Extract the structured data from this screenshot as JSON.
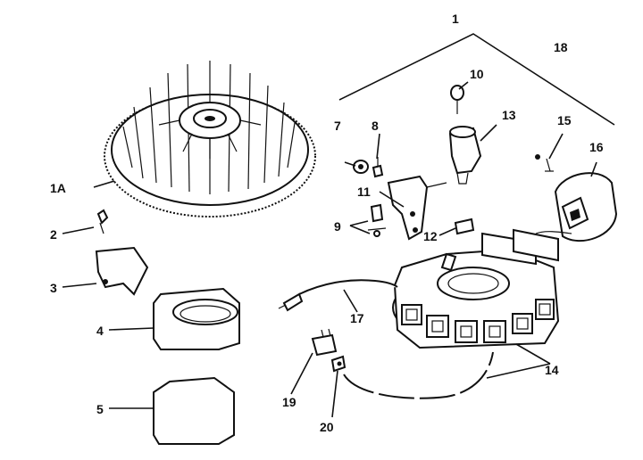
{
  "labels": {
    "l1": "1",
    "l1a": "1A",
    "l2": "2",
    "l3": "3",
    "l4": "4",
    "l5": "5",
    "l7": "7",
    "l8": "8",
    "l9": "9",
    "l10": "10",
    "l11": "11",
    "l12": "12",
    "l13": "13",
    "l14": "14",
    "l15": "15",
    "l16": "16",
    "l17": "17",
    "l18": "18",
    "l19": "19",
    "l20": "20"
  }
}
